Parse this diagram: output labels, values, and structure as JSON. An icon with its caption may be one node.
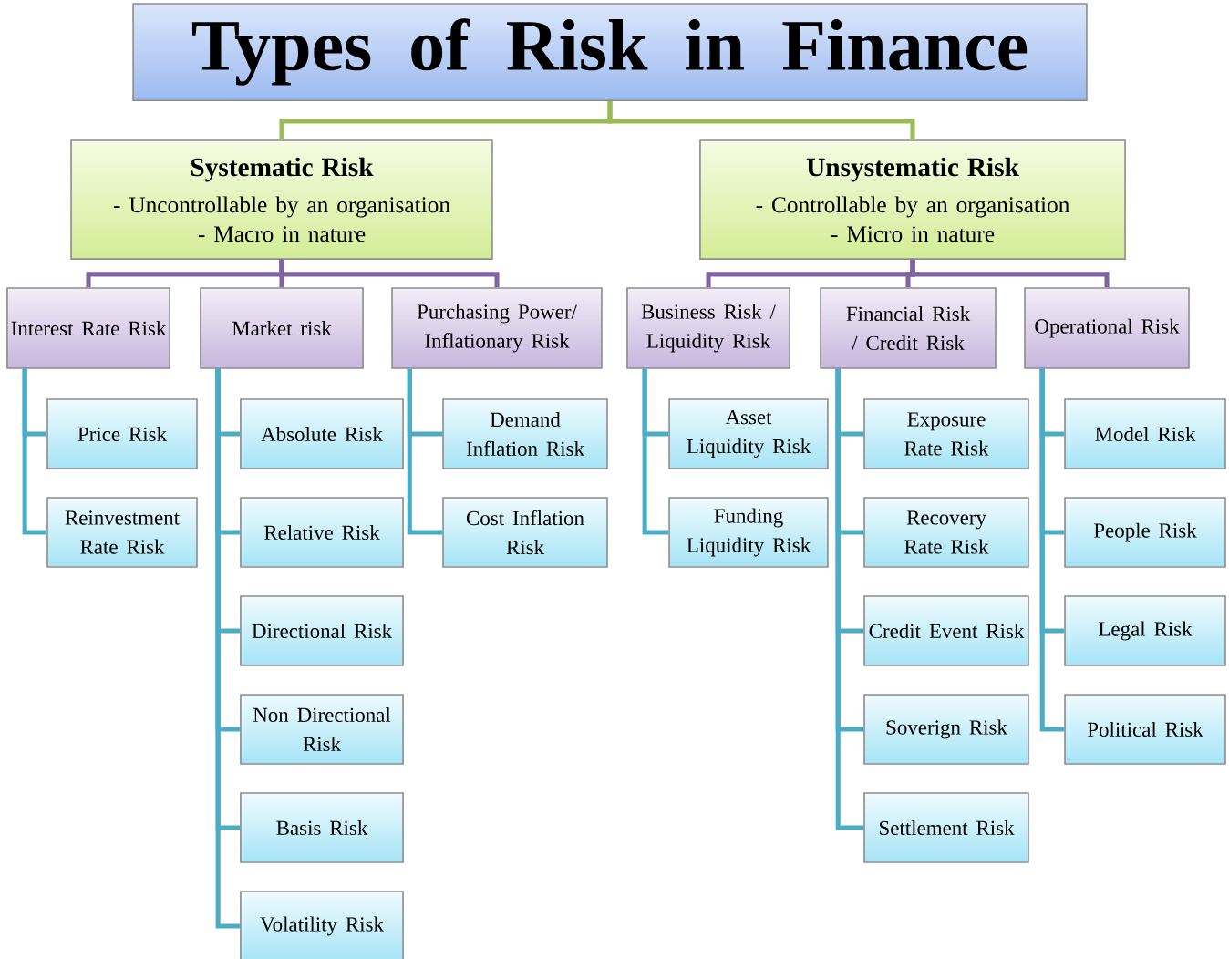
{
  "diagram": {
    "nodes": [
      {
        "text": [
          "Types of Risk in Finance"
        ]
      },
      {
        "text": [
          "Systematic Risk",
          "- Uncontrollable by an organisation",
          "- Macro in nature"
        ]
      },
      {
        "text": [
          "Unsystematic Risk",
          "- Controllable by an organisation",
          "- Micro in nature"
        ]
      },
      {
        "text": [
          "Interest Rate Risk"
        ]
      },
      {
        "text": [
          "Market risk"
        ]
      },
      {
        "text": [
          "Purchasing Power/ Inflationary Risk"
        ]
      },
      {
        "text": [
          "Business Risk / Liquidity Risk"
        ]
      },
      {
        "text": [
          "Financial Risk / Credit Risk"
        ]
      },
      {
        "text": [
          "Operational Risk"
        ]
      },
      {
        "text": [
          "Price Risk"
        ]
      },
      {
        "text": [
          "Reinvestment Rate Risk"
        ]
      },
      {
        "text": [
          "Absolute Risk"
        ]
      },
      {
        "text": [
          "Relative Risk"
        ]
      },
      {
        "text": [
          "Directional Risk"
        ]
      },
      {
        "text": [
          "Non Directional Risk"
        ]
      },
      {
        "text": [
          "Basis Risk"
        ]
      },
      {
        "text": [
          "Volatility Risk"
        ]
      },
      {
        "text": [
          "Demand Inflation Risk"
        ]
      },
      {
        "text": [
          "Cost Inflation Risk"
        ]
      },
      {
        "text": [
          "Asset Liquidity Risk"
        ]
      },
      {
        "text": [
          "Funding Liquidity Risk"
        ]
      },
      {
        "text": [
          "Exposure Rate Risk"
        ]
      },
      {
        "text": [
          "Recovery Rate Risk"
        ]
      },
      {
        "text": [
          "Credit Event Risk"
        ]
      },
      {
        "text": [
          "Soverign Risk"
        ]
      },
      {
        "text": [
          "Settlement Risk"
        ]
      },
      {
        "text": [
          "Model Risk"
        ]
      },
      {
        "text": [
          "People Risk"
        ]
      },
      {
        "text": [
          "Legal Risk"
        ]
      },
      {
        "text": [
          "Political Risk"
        ]
      }
    ],
    "edges": [
      {
        "from": 0,
        "to": 1,
        "arrow": "none",
        "color": "#9bbb59"
      },
      {
        "from": 0,
        "to": 2,
        "arrow": "none",
        "color": "#9bbb59"
      },
      {
        "from": 1,
        "to": 3,
        "arrow": "none",
        "color": "#8064a2"
      },
      {
        "from": 1,
        "to": 4,
        "arrow": "none",
        "color": "#8064a2"
      },
      {
        "from": 1,
        "to": 5,
        "arrow": "none",
        "color": "#8064a2"
      },
      {
        "from": 2,
        "to": 6,
        "arrow": "none",
        "color": "#8064a2"
      },
      {
        "from": 2,
        "to": 7,
        "arrow": "none",
        "color": "#8064a2"
      },
      {
        "from": 2,
        "to": 8,
        "arrow": "none",
        "color": "#8064a2"
      },
      {
        "from": 3,
        "to": 9,
        "arrow": "none"
      },
      {
        "from": 3,
        "to": 10,
        "arrow": "none"
      },
      {
        "from": 4,
        "to": 11,
        "arrow": "none"
      },
      {
        "from": 4,
        "to": 12,
        "arrow": "none"
      },
      {
        "from": 4,
        "to": 13,
        "arrow": "none"
      },
      {
        "from": 4,
        "to": 14,
        "arrow": "none"
      },
      {
        "from": 4,
        "to": 15,
        "arrow": "none"
      },
      {
        "from": 4,
        "to": 16,
        "arrow": "none"
      },
      {
        "from": 5,
        "to": 17,
        "arrow": "none"
      },
      {
        "from": 5,
        "to": 18,
        "arrow": "none"
      },
      {
        "from": 6,
        "to": 19,
        "arrow": "none"
      },
      {
        "from": 6,
        "to": 20,
        "arrow": "none"
      },
      {
        "from": 7,
        "to": 21,
        "arrow": "none"
      },
      {
        "from": 7,
        "to": 22,
        "arrow": "none"
      },
      {
        "from": 7,
        "to": 23,
        "arrow": "none"
      },
      {
        "from": 7,
        "to": 24,
        "arrow": "none"
      },
      {
        "from": 7,
        "to": 25,
        "arrow": "none"
      },
      {
        "from": 8,
        "to": 26,
        "arrow": "none"
      },
      {
        "from": 8,
        "to": 27,
        "arrow": "none"
      },
      {
        "from": 8,
        "to": 28,
        "arrow": "none"
      },
      {
        "from": 8,
        "to": 29,
        "arrow": "none"
      }
    ]
  }
}
